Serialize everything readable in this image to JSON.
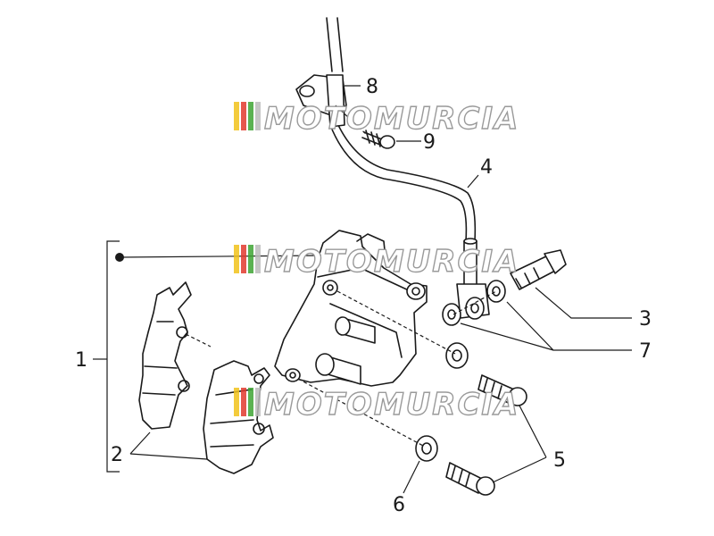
{
  "callouts": [
    {
      "id": "1",
      "label": "1"
    },
    {
      "id": "2",
      "label": "2"
    },
    {
      "id": "3",
      "label": "3"
    },
    {
      "id": "4",
      "label": "4"
    },
    {
      "id": "5",
      "label": "5"
    },
    {
      "id": "6",
      "label": "6"
    },
    {
      "id": "7",
      "label": "7"
    },
    {
      "id": "8",
      "label": "8"
    },
    {
      "id": "9",
      "label": "9"
    }
  ],
  "watermark": {
    "text": "MOTOMURCIA",
    "flag_colors": [
      "#f2c21b",
      "#e23a2e",
      "#3fa535",
      "#bdbdbd"
    ]
  },
  "colors": {
    "line": "#1a1a1a",
    "background": "#ffffff"
  }
}
